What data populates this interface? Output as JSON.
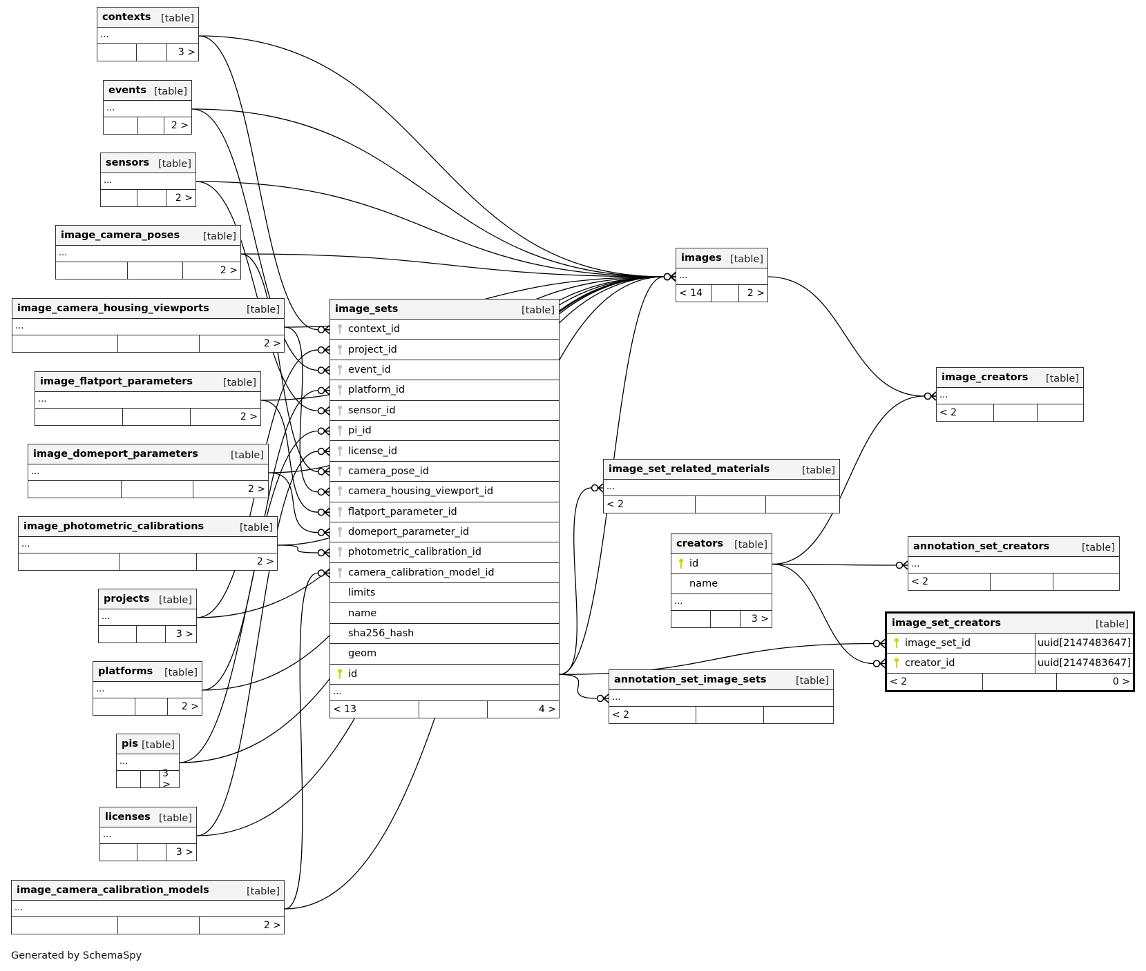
{
  "diagram": {
    "footer_note": "Generated by SchemaSpy",
    "key_colors": {
      "primary_key": "#d4d400",
      "foreign_key": "#c0c0c0"
    },
    "tables": {
      "contexts": {
        "name": "contexts",
        "kind": "[table]",
        "ellipsis": "...",
        "footer": [
          "",
          "",
          "3 >"
        ]
      },
      "events": {
        "name": "events",
        "kind": "[table]",
        "ellipsis": "...",
        "footer": [
          "",
          "",
          "2 >"
        ]
      },
      "sensors": {
        "name": "sensors",
        "kind": "[table]",
        "ellipsis": "...",
        "footer": [
          "",
          "",
          "2 >"
        ]
      },
      "image_camera_poses": {
        "name": "image_camera_poses",
        "kind": "[table]",
        "ellipsis": "...",
        "footer": [
          "",
          "",
          "2 >"
        ]
      },
      "image_camera_housing_viewports": {
        "name": "image_camera_housing_viewports",
        "kind": "[table]",
        "ellipsis": "...",
        "footer": [
          "",
          "",
          "2 >"
        ]
      },
      "image_flatport_parameters": {
        "name": "image_flatport_parameters",
        "kind": "[table]",
        "ellipsis": "...",
        "footer": [
          "",
          "",
          "2 >"
        ]
      },
      "image_domeport_parameters": {
        "name": "image_domeport_parameters",
        "kind": "[table]",
        "ellipsis": "...",
        "footer": [
          "",
          "",
          "2 >"
        ]
      },
      "image_photometric_calibrations": {
        "name": "image_photometric_calibrations",
        "kind": "[table]",
        "ellipsis": "...",
        "footer": [
          "",
          "",
          "2 >"
        ]
      },
      "projects": {
        "name": "projects",
        "kind": "[table]",
        "ellipsis": "...",
        "footer": [
          "",
          "",
          "3 >"
        ]
      },
      "platforms": {
        "name": "platforms",
        "kind": "[table]",
        "ellipsis": "...",
        "footer": [
          "",
          "",
          "2 >"
        ]
      },
      "pis": {
        "name": "pis",
        "kind": "[table]",
        "ellipsis": "...",
        "footer": [
          "",
          "",
          "3 >"
        ]
      },
      "licenses": {
        "name": "licenses",
        "kind": "[table]",
        "ellipsis": "...",
        "footer": [
          "",
          "",
          "3 >"
        ]
      },
      "image_camera_calibration_models": {
        "name": "image_camera_calibration_models",
        "kind": "[table]",
        "ellipsis": "...",
        "footer": [
          "",
          "",
          "2 >"
        ]
      },
      "image_sets": {
        "name": "image_sets",
        "kind": "[table]",
        "columns": [
          {
            "name": "context_id",
            "key": "foreign"
          },
          {
            "name": "project_id",
            "key": "foreign"
          },
          {
            "name": "event_id",
            "key": "foreign"
          },
          {
            "name": "platform_id",
            "key": "foreign"
          },
          {
            "name": "sensor_id",
            "key": "foreign"
          },
          {
            "name": "pi_id",
            "key": "foreign"
          },
          {
            "name": "license_id",
            "key": "foreign"
          },
          {
            "name": "camera_pose_id",
            "key": "foreign"
          },
          {
            "name": "camera_housing_viewport_id",
            "key": "foreign"
          },
          {
            "name": "flatport_parameter_id",
            "key": "foreign"
          },
          {
            "name": "domeport_parameter_id",
            "key": "foreign"
          },
          {
            "name": "photometric_calibration_id",
            "key": "foreign"
          },
          {
            "name": "camera_calibration_model_id",
            "key": "foreign"
          },
          {
            "name": "limits",
            "key": "none"
          },
          {
            "name": "name",
            "key": "none"
          },
          {
            "name": "sha256_hash",
            "key": "none"
          },
          {
            "name": "geom",
            "key": "none"
          },
          {
            "name": "id",
            "key": "primary"
          }
        ],
        "ellipsis": "...",
        "footer": [
          "< 13",
          "",
          "4 >"
        ]
      },
      "images": {
        "name": "images",
        "kind": "[table]",
        "ellipsis": "...",
        "footer": [
          "< 14",
          "",
          "2 >"
        ]
      },
      "image_creators": {
        "name": "image_creators",
        "kind": "[table]",
        "ellipsis": "...",
        "footer": [
          "< 2",
          "",
          ""
        ]
      },
      "image_set_related_materials": {
        "name": "image_set_related_materials",
        "kind": "[table]",
        "ellipsis": "...",
        "footer": [
          "< 2",
          "",
          ""
        ]
      },
      "creators": {
        "name": "creators",
        "kind": "[table]",
        "columns": [
          {
            "name": "id",
            "key": "primary"
          },
          {
            "name": "name",
            "key": "none"
          }
        ],
        "ellipsis": "...",
        "footer": [
          "",
          "",
          "3 >"
        ]
      },
      "annotation_set_creators": {
        "name": "annotation_set_creators",
        "kind": "[table]",
        "ellipsis": "...",
        "footer": [
          "< 2",
          "",
          ""
        ]
      },
      "image_set_creators": {
        "name": "image_set_creators",
        "kind": "[table]",
        "columns": [
          {
            "name": "image_set_id",
            "key": "primary",
            "type": "uuid[2147483647]"
          },
          {
            "name": "creator_id",
            "key": "primary",
            "type": "uuid[2147483647]"
          }
        ],
        "footer": [
          "< 2",
          "",
          "0 >"
        ]
      },
      "annotation_set_image_sets": {
        "name": "annotation_set_image_sets",
        "kind": "[table]",
        "ellipsis": "...",
        "footer": [
          "< 2",
          "",
          ""
        ]
      }
    },
    "relationships": [
      {
        "from": "contexts",
        "to": "images"
      },
      {
        "from": "contexts",
        "to": "image_sets.context_id"
      },
      {
        "from": "events",
        "to": "images"
      },
      {
        "from": "events",
        "to": "image_sets.event_id"
      },
      {
        "from": "sensors",
        "to": "images"
      },
      {
        "from": "sensors",
        "to": "image_sets.sensor_id"
      },
      {
        "from": "image_camera_poses",
        "to": "images"
      },
      {
        "from": "image_camera_poses",
        "to": "image_sets.camera_pose_id"
      },
      {
        "from": "image_camera_housing_viewports",
        "to": "images"
      },
      {
        "from": "image_camera_housing_viewports",
        "to": "image_sets.camera_housing_viewport_id"
      },
      {
        "from": "image_flatport_parameters",
        "to": "images"
      },
      {
        "from": "image_flatport_parameters",
        "to": "image_sets.flatport_parameter_id"
      },
      {
        "from": "image_domeport_parameters",
        "to": "images"
      },
      {
        "from": "image_domeport_parameters",
        "to": "image_sets.domeport_parameter_id"
      },
      {
        "from": "image_photometric_calibrations",
        "to": "images"
      },
      {
        "from": "image_photometric_calibrations",
        "to": "image_sets.photometric_calibration_id"
      },
      {
        "from": "projects",
        "to": "images"
      },
      {
        "from": "projects",
        "to": "image_sets.project_id"
      },
      {
        "from": "platforms",
        "to": "images"
      },
      {
        "from": "platforms",
        "to": "image_sets.platform_id"
      },
      {
        "from": "pis",
        "to": "images"
      },
      {
        "from": "pis",
        "to": "image_sets.pi_id"
      },
      {
        "from": "licenses",
        "to": "images"
      },
      {
        "from": "licenses",
        "to": "image_sets.license_id"
      },
      {
        "from": "image_camera_calibration_models",
        "to": "images"
      },
      {
        "from": "image_camera_calibration_models",
        "to": "image_sets.camera_calibration_model_id"
      },
      {
        "from": "image_sets.id",
        "to": "images"
      },
      {
        "from": "image_sets.id",
        "to": "image_set_related_materials"
      },
      {
        "from": "image_sets.id",
        "to": "annotation_set_image_sets"
      },
      {
        "from": "image_sets.id",
        "to": "image_set_creators.image_set_id"
      },
      {
        "from": "images",
        "to": "image_creators"
      },
      {
        "from": "creators.id",
        "to": "image_creators"
      },
      {
        "from": "creators.id",
        "to": "annotation_set_creators"
      },
      {
        "from": "creators.id",
        "to": "image_set_creators.creator_id"
      }
    ]
  }
}
